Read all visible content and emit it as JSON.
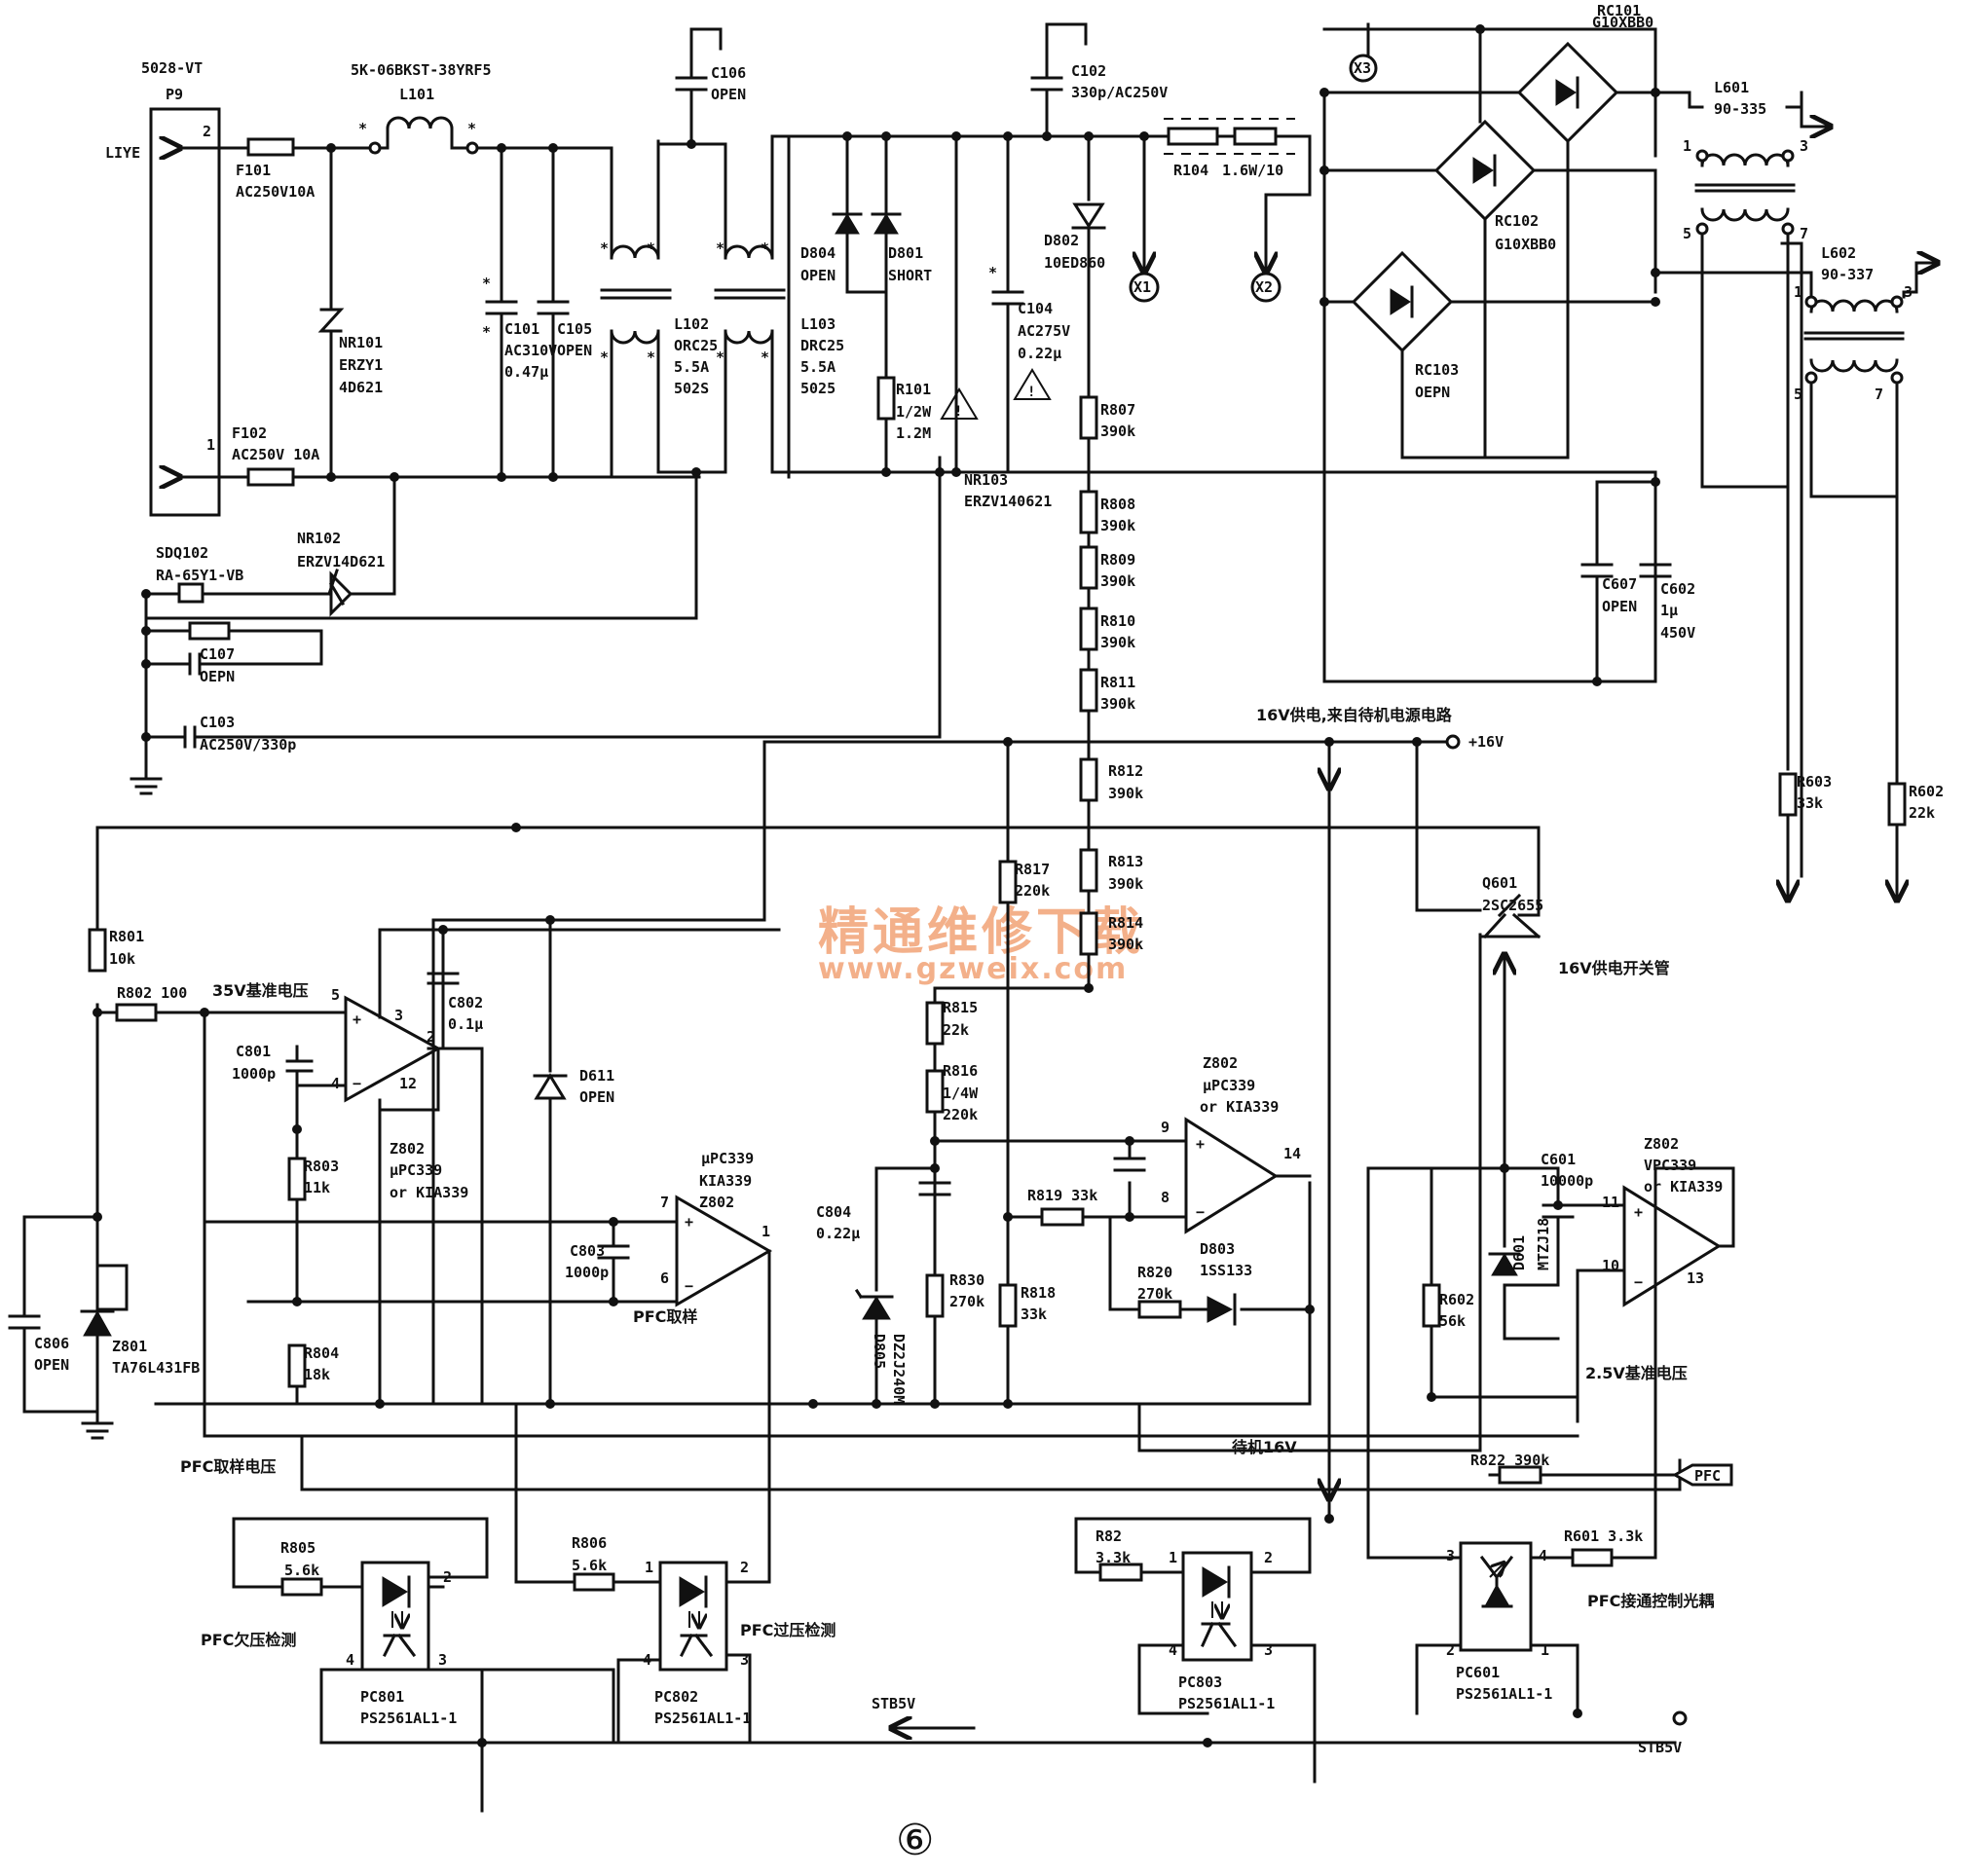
{
  "header": {
    "connector_model": "5028-VT",
    "connector_ref": "P9",
    "filter_model": "5K-06BKST-38YRF5",
    "liye": "LIYE",
    "pin2": "2",
    "pin1": "1"
  },
  "input": {
    "f101": "F101",
    "f101_v": "AC250V10A",
    "f102": "F102",
    "f102_v": "AC250V 10A",
    "l101": "L101",
    "nr101": "NR101",
    "nr101_a": "ERZY1",
    "nr101_b": "4D621",
    "nr102": "NR102",
    "nr102_v": "ERZV14D621",
    "sdq102": "SDQ102",
    "sdq102_v": "RA-65Y1-VB",
    "c107": "C107",
    "c107_v": "OEPN",
    "c103": "C103",
    "c103_v": "AC250V/330p",
    "c101": "C101",
    "c101_a": "AC310V",
    "c101_b": "0.47μ",
    "c105": "C105",
    "c105_v": "OPEN",
    "c106": "C106",
    "c106_v": "OPEN",
    "l102": "L102",
    "l102_a": "ORC25",
    "l102_b": "5.5A",
    "l102_c": "502S",
    "l103": "L103",
    "l103_a": "DRC25",
    "l103_b": "5.5A",
    "l103_c": "5025",
    "d804": "D804",
    "d804_v": "OPEN",
    "d801": "D801",
    "d801_v": "SHORT",
    "r101": "R101",
    "r101_a": "1/2W",
    "r101_b": "1.2M",
    "nr103": "NR103",
    "nr103_v": "ERZV140621",
    "c102": "C102",
    "c102_v": "330p/AC250V",
    "c104": "C104",
    "c104_a": "AC275V",
    "c104_b": "0.22μ",
    "d802": "D802",
    "d802_v": "10ED860",
    "r104": "R104",
    "r104_v": "1.6W/10",
    "x1": "X1",
    "x2": "X2",
    "x3": "X3"
  },
  "bridge": {
    "rc101": "RC101",
    "rc101_v": "G10XBB0",
    "rc102": "RC102",
    "rc102_v": "G10XBB0",
    "rc103": "RC103",
    "rc103_v": "OEPN",
    "l601": "L601",
    "l601_v": "90-335",
    "l602": "L602",
    "l602_v": "90-337",
    "c607": "C607",
    "c607_v": "OPEN",
    "c602": "C602",
    "c602_a": "1μ",
    "c602_b": "450V",
    "r603": "R603",
    "r603_v": "33k",
    "r602b": "R602",
    "r602b_v": "22k",
    "p1": "1",
    "p3": "3",
    "p5": "5",
    "p7": "7"
  },
  "divider": {
    "r807": "R807",
    "r808": "R808",
    "r809": "R809",
    "r810": "R810",
    "r811": "R811",
    "r812": "R812",
    "r813": "R813",
    "r814": "R814",
    "v390": "390k",
    "r815": "R815",
    "r815_v": "22k",
    "r816": "R816",
    "r816_a": "1/4W",
    "r816_b": "220k",
    "r817": "R817",
    "r817_v": "220k",
    "r818": "R818",
    "r818_v": "33k",
    "r819": "R819 33k",
    "r820": "R820",
    "r820_v": "270k",
    "r830": "R830",
    "r830_v": "270k",
    "c804": "C804",
    "c804_v": "0.22μ",
    "d805": "D805",
    "d805_v": "DZ2J240M",
    "d803": "D803",
    "d803_v": "1SS133"
  },
  "control": {
    "r801": "R801",
    "r801_v": "10k",
    "r802": "R802 100",
    "ref35": "35V基准电压",
    "c801": "C801",
    "c801_v": "1000p",
    "c802": "C802",
    "c802_v": "0.1μ",
    "z802a": "Z802",
    "z802a_a": "μPC339",
    "z802a_b": "or KIA339",
    "z802b": "Z802",
    "z802b_a": "μPC339",
    "z802b_b": "KIA339",
    "z802c": "Z802",
    "z802c_a": "μPC339",
    "z802c_b": "or KIA339",
    "z802d": "Z802",
    "z802d_a": "VPC339",
    "z802d_b": "or KIA339",
    "r803": "R803",
    "r803_v": "11k",
    "r804": "R804",
    "r804_v": "18k",
    "c803": "C803",
    "c803_v": "1000p",
    "pfc_sample": "PFC取样",
    "d611": "D611",
    "d611_v": "OPEN",
    "c806": "C806",
    "c806_v": "OPEN",
    "z801": "Z801",
    "z801_v": "TA76L431FB",
    "supply16": "16V供电,来自待机电源电路",
    "plus16": "+16V",
    "q601": "Q601",
    "q601_v": "2SC2655",
    "switch16": "16V供电开关管",
    "c601": "C601",
    "c601_v": "10000p",
    "r602": "R602",
    "r602_v": "56k",
    "d601": "D601",
    "d601_v": "MTZJ18",
    "ref25": "2.5V基准电压",
    "standby16": "待机16V",
    "pfc_sample_v": "PFC取样电压",
    "r822": "R822 390k",
    "pfc": "PFC",
    "n1": "1",
    "n2": "2",
    "n3": "3",
    "n4": "4",
    "n5": "5",
    "n6": "6",
    "n7": "7",
    "n8": "8",
    "n9": "9",
    "n10": "10",
    "n11": "11",
    "n12": "12",
    "n13": "13",
    "n14": "14"
  },
  "optos": {
    "r805": "R805",
    "r805_v": "5.6k",
    "r806": "R806",
    "r806_v": "5.6k",
    "r82": "R82",
    "r82_v": "3.3k",
    "r601": "R601 3.3k",
    "pc801": "PC801",
    "pc802": "PC802",
    "pc803": "PC803",
    "pc601": "PC601",
    "ps": "PS2561AL1-1",
    "pfc_under": "PFC欠压检测",
    "pfc_over": "PFC过压检测",
    "pfc_ctrl": "PFC接通控制光耦",
    "stb5v": "STB5V"
  },
  "footer": {
    "watermark": "精通维修下载",
    "watermark_url": "www.gzweix.com",
    "page_mark": "⑥"
  }
}
